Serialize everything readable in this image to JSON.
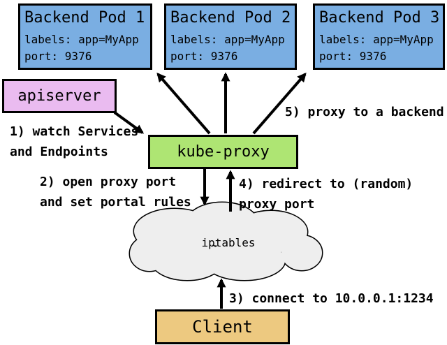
{
  "diagram": {
    "background": "#ffffff",
    "border_color": "#000000",
    "arrow_color": "#000000",
    "pod_fill": "#7aaee2",
    "pods": [
      {
        "title": "Backend Pod 1",
        "labels": "labels: app=MyApp",
        "port": "port: 9376"
      },
      {
        "title": "Backend Pod 2",
        "labels": "labels: app=MyApp",
        "port": "port: 9376"
      },
      {
        "title": "Backend Pod 3",
        "labels": "labels: app=MyApp",
        "port": "port: 9376"
      }
    ],
    "apiserver": {
      "title": "apiserver",
      "fill": "#eabbf0"
    },
    "kube_proxy": {
      "title": "kube-proxy",
      "fill": "#aee573"
    },
    "iptables": {
      "title": "iptables",
      "fill": "#eeeeee"
    },
    "client": {
      "title": "Client",
      "fill": "#edc980"
    },
    "annotations": [
      {
        "id": "1",
        "text": "1) watch Services\nand Endpoints"
      },
      {
        "id": "2",
        "text": "2) open proxy port\nand set portal rules"
      },
      {
        "id": "3",
        "text": "3) connect to 10.0.0.1:1234"
      },
      {
        "id": "4",
        "text": "4) redirect to (random)\nproxy port"
      },
      {
        "id": "5",
        "text": "5) proxy to a backend"
      }
    ]
  }
}
